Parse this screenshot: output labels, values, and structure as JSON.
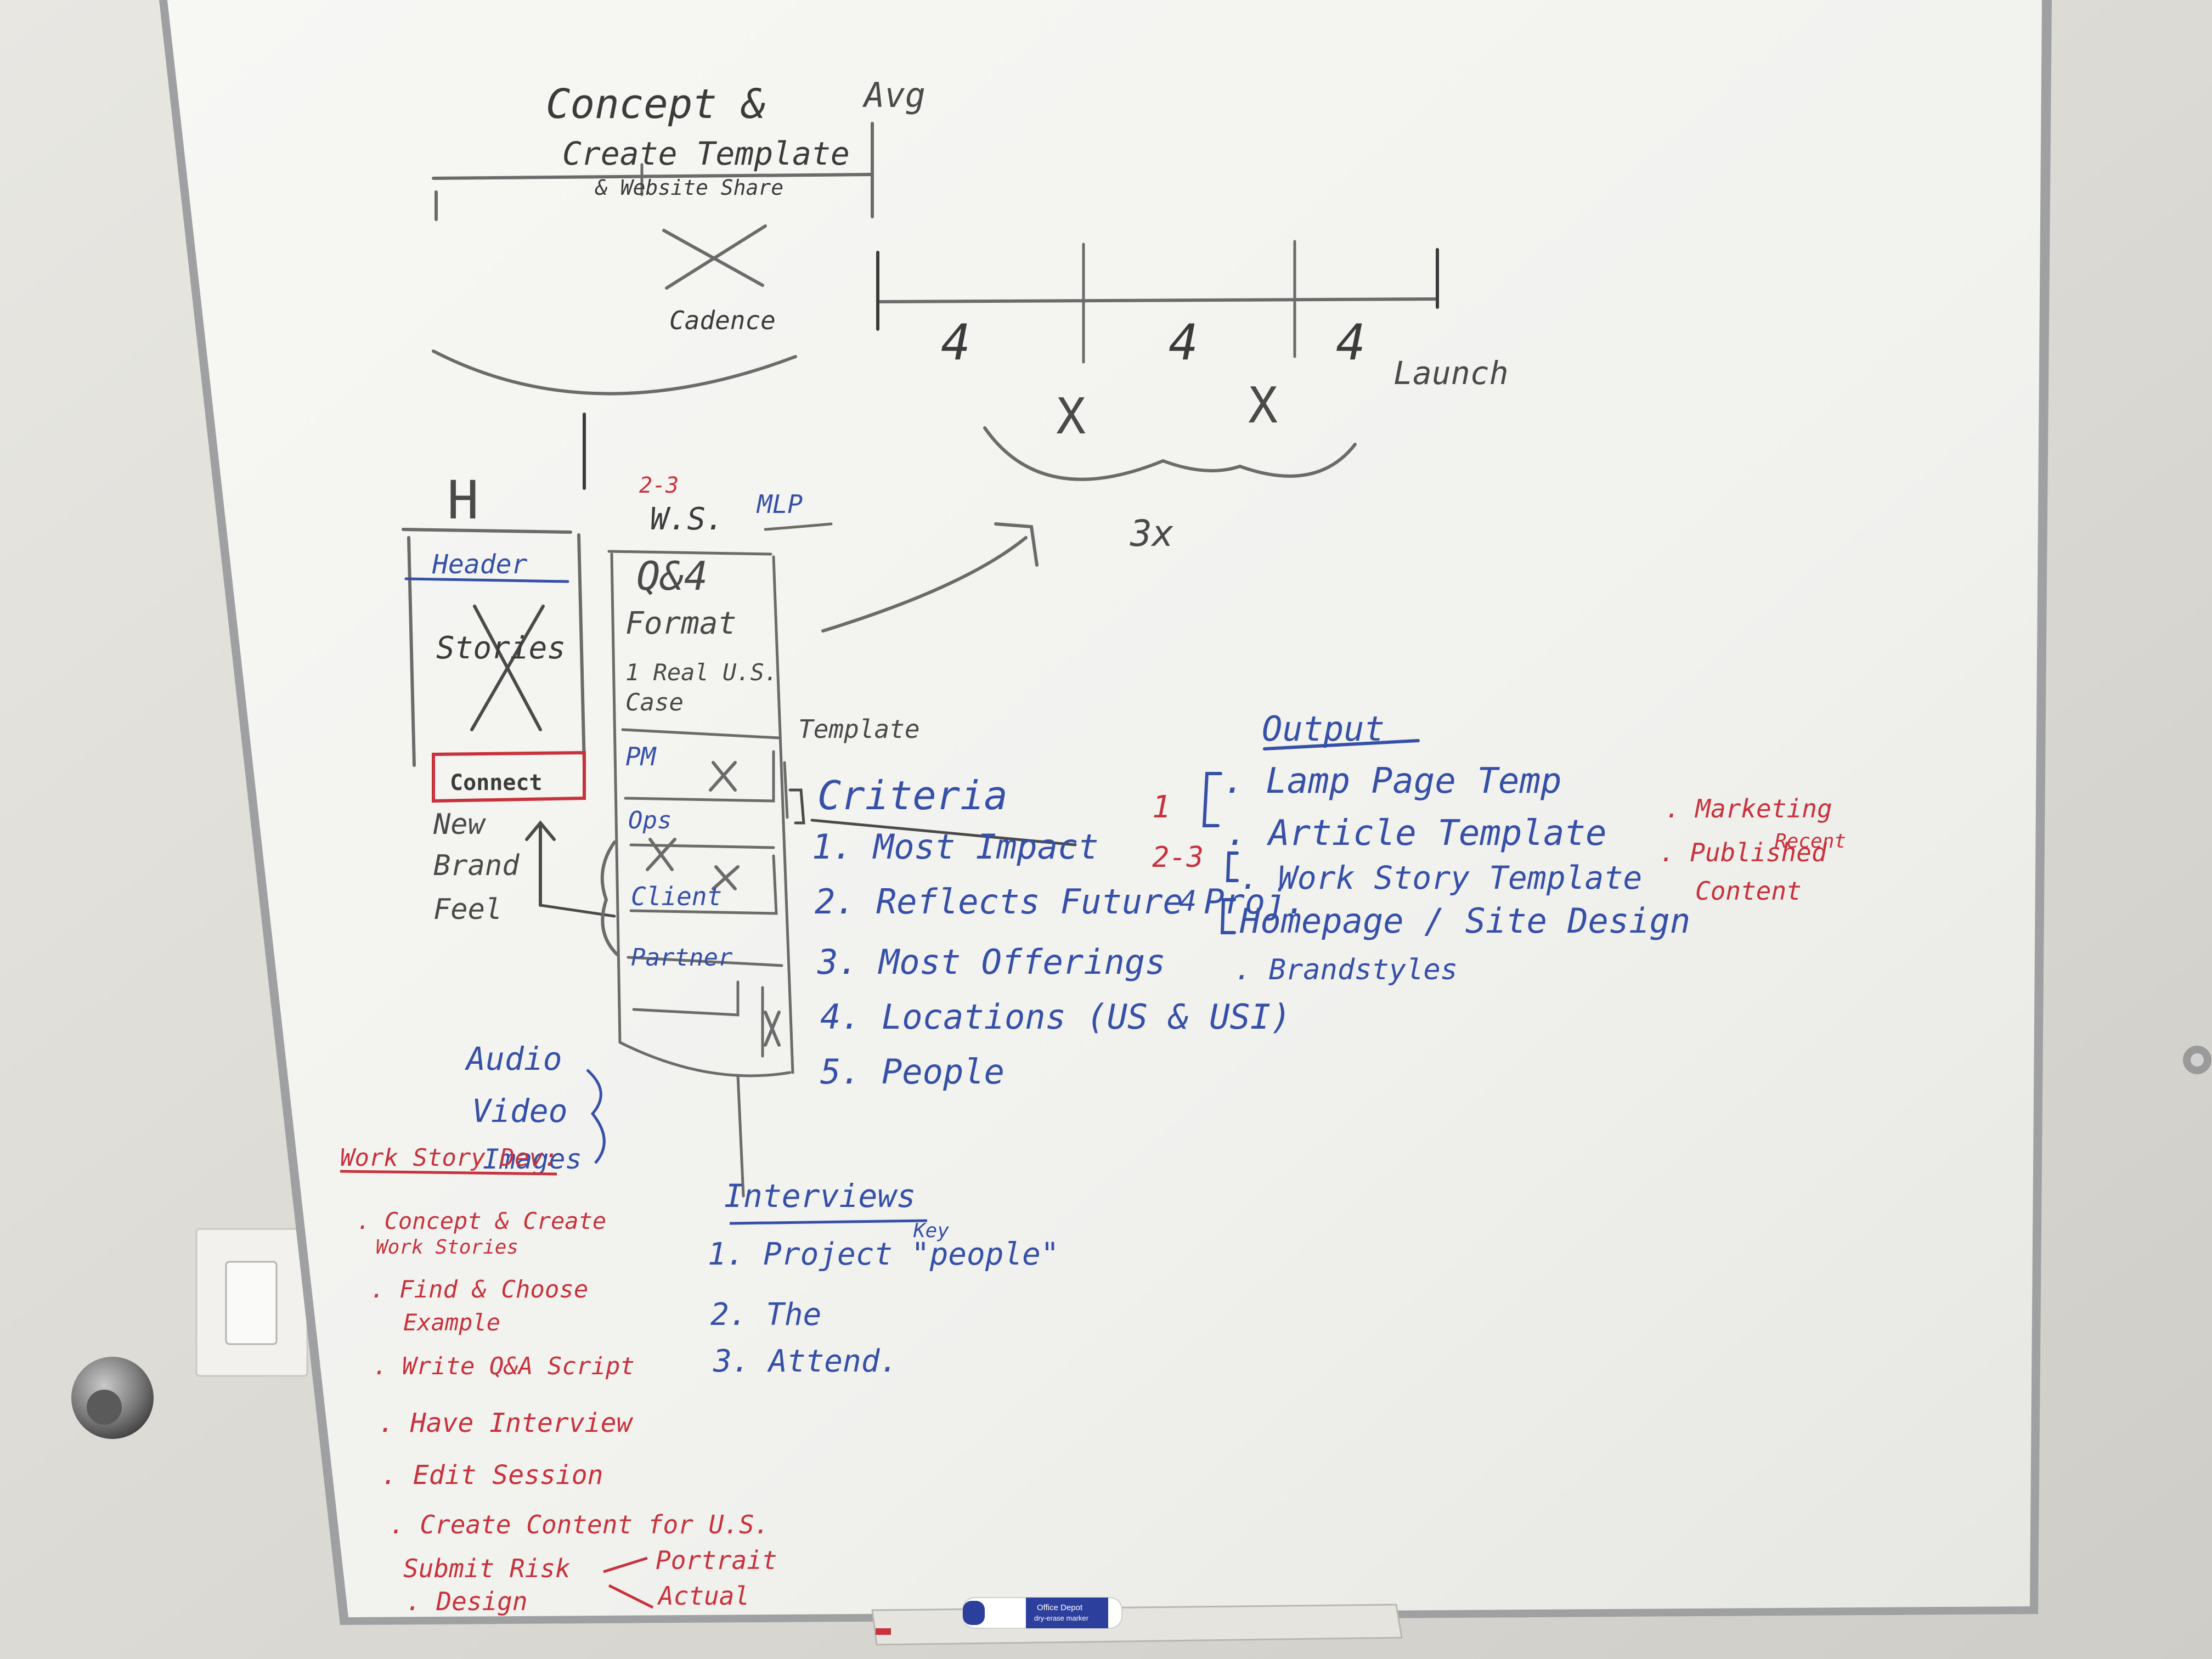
{
  "scene": {
    "colors": {
      "wall": "#dcdbd6",
      "board": "#f3f3f0",
      "frame": "#9a9c9e",
      "black": "#3b3b3b",
      "blue": "#3650a8",
      "red": "#c8323c",
      "gray": "#6b6b6b"
    },
    "icons": [
      "door-knob-icon",
      "light-switch-icon",
      "dry-erase-marker-icon",
      "wall-hook-icon"
    ]
  },
  "timeline": {
    "concept_line1": "Concept &",
    "concept_line2": "Create Template",
    "concept_line3": "& Website Share",
    "avg": "Avg",
    "cadence": "Cadence",
    "counts": [
      "4",
      "4",
      "4"
    ],
    "launch": "Launch",
    "crosses": [
      "X",
      "X"
    ],
    "times": "3x"
  },
  "left_column": {
    "h_mark": "H",
    "header": "Header",
    "stories": "Stories",
    "connect": "Connect",
    "new_brand_feel": [
      "New",
      "Brand",
      "Feel"
    ]
  },
  "center_column": {
    "sup": "2-3",
    "ws": "W.S.",
    "mlp": "MLP",
    "q": "Q&4",
    "format": "Format",
    "real_us_1": "1 Real U.S.",
    "real_us_2": "Case",
    "template": "Template",
    "rows": [
      "PM",
      "Ops",
      "Client",
      "Partner"
    ]
  },
  "criteria": {
    "title": "Criteria",
    "items": [
      "1. Most Impact",
      "2. Reflects Future Proj.",
      "3. Most Offerings",
      "4. Locations (US & USI)",
      "5. People"
    ]
  },
  "media": [
    "Audio",
    "Video",
    "Images"
  ],
  "interviews": {
    "title": "Interviews",
    "key": "Key",
    "items": [
      "1. Project \"people\"",
      "2. The",
      "3. Attend."
    ]
  },
  "output": {
    "title": "Output",
    "nums": [
      "1",
      "2-3",
      "4"
    ],
    "items": [
      ". Lamp Page Temp",
      ". Article Template",
      ". Work Story Template",
      "Homepage / Site Design",
      ". Brandstyles"
    ],
    "right": ". Marketing",
    "right2_a": ". Published",
    "right2_b": "Recent",
    "right2_c": "Content"
  },
  "work_story": {
    "title": "Work Story Dev:",
    "items": [
      ". Concept & Create",
      "Work Stories",
      ". Find & Choose",
      "Example",
      ". Write Q&A Script",
      ". Have Interview",
      ". Edit Session",
      ". Create Content for U.S.",
      "Submit Risk",
      ". Design"
    ],
    "portrait": "Portrait",
    "actual": "Actual"
  },
  "marker": {
    "brand": "Office Depot",
    "type": "dry-erase marker"
  }
}
